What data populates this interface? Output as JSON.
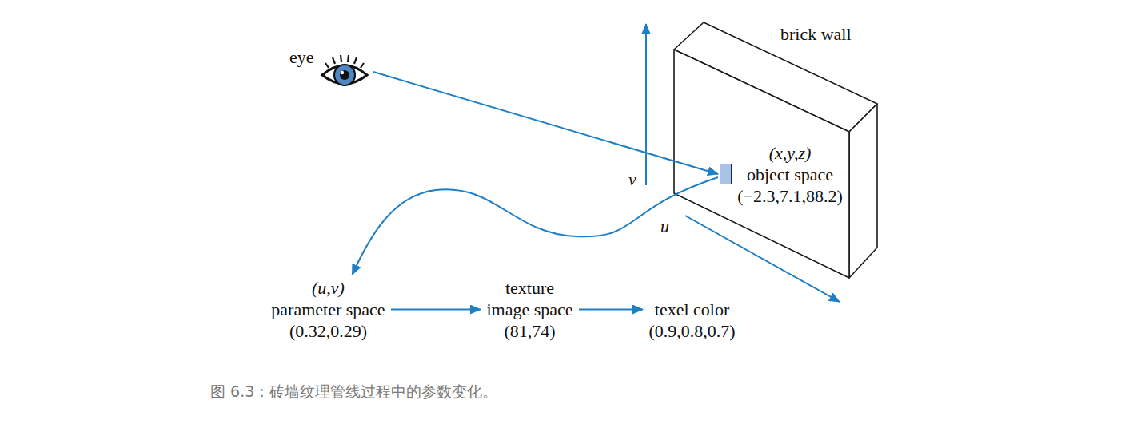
{
  "diagram": {
    "caption": "图 6.3：砖墙纹理管线过程中的参数变化。",
    "nodes": [
      {
        "text": [
          "eye"
        ]
      },
      {
        "text": [
          "(x,y,z)",
          "object space",
          "(−2.3,7.1,88.2)"
        ]
      },
      {
        "text": [
          "(u,v)",
          "parameter space",
          "(0.32,0.29)"
        ]
      },
      {
        "text": [
          "texture",
          "image space",
          "(81,74)"
        ]
      },
      {
        "text": [
          "texel color",
          "(0.9,0.8,0.7)"
        ]
      }
    ],
    "edges": [
      {
        "from": 0,
        "to": 1,
        "arrow": "to"
      },
      {
        "from": 1,
        "to": 2,
        "arrow": "to"
      },
      {
        "from": 2,
        "to": 3,
        "arrow": "to"
      },
      {
        "from": 3,
        "to": 4,
        "arrow": "to"
      }
    ],
    "labels": [
      "brick wall",
      "v",
      "u"
    ]
  }
}
